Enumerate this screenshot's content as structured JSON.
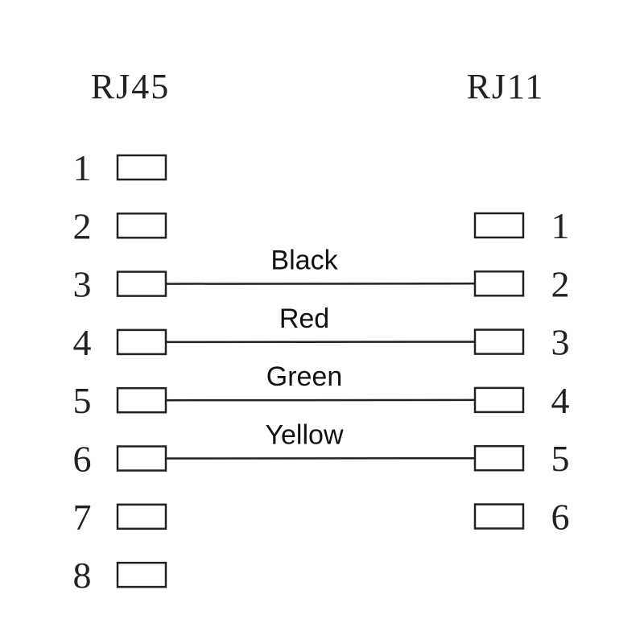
{
  "left_connector": {
    "title": "RJ45",
    "pins": [
      "1",
      "2",
      "3",
      "4",
      "5",
      "6",
      "7",
      "8"
    ]
  },
  "right_connector": {
    "title": "RJ11",
    "pins": [
      "1",
      "2",
      "3",
      "4",
      "5",
      "6"
    ]
  },
  "wires": [
    {
      "label": "Black",
      "from_pin": "3",
      "to_pin": "2"
    },
    {
      "label": "Red",
      "from_pin": "4",
      "to_pin": "3"
    },
    {
      "label": "Green",
      "from_pin": "5",
      "to_pin": "4"
    },
    {
      "label": "Yellow",
      "from_pin": "6",
      "to_pin": "5"
    }
  ],
  "colors": {
    "line": "#222222",
    "background": "#ffffff"
  }
}
